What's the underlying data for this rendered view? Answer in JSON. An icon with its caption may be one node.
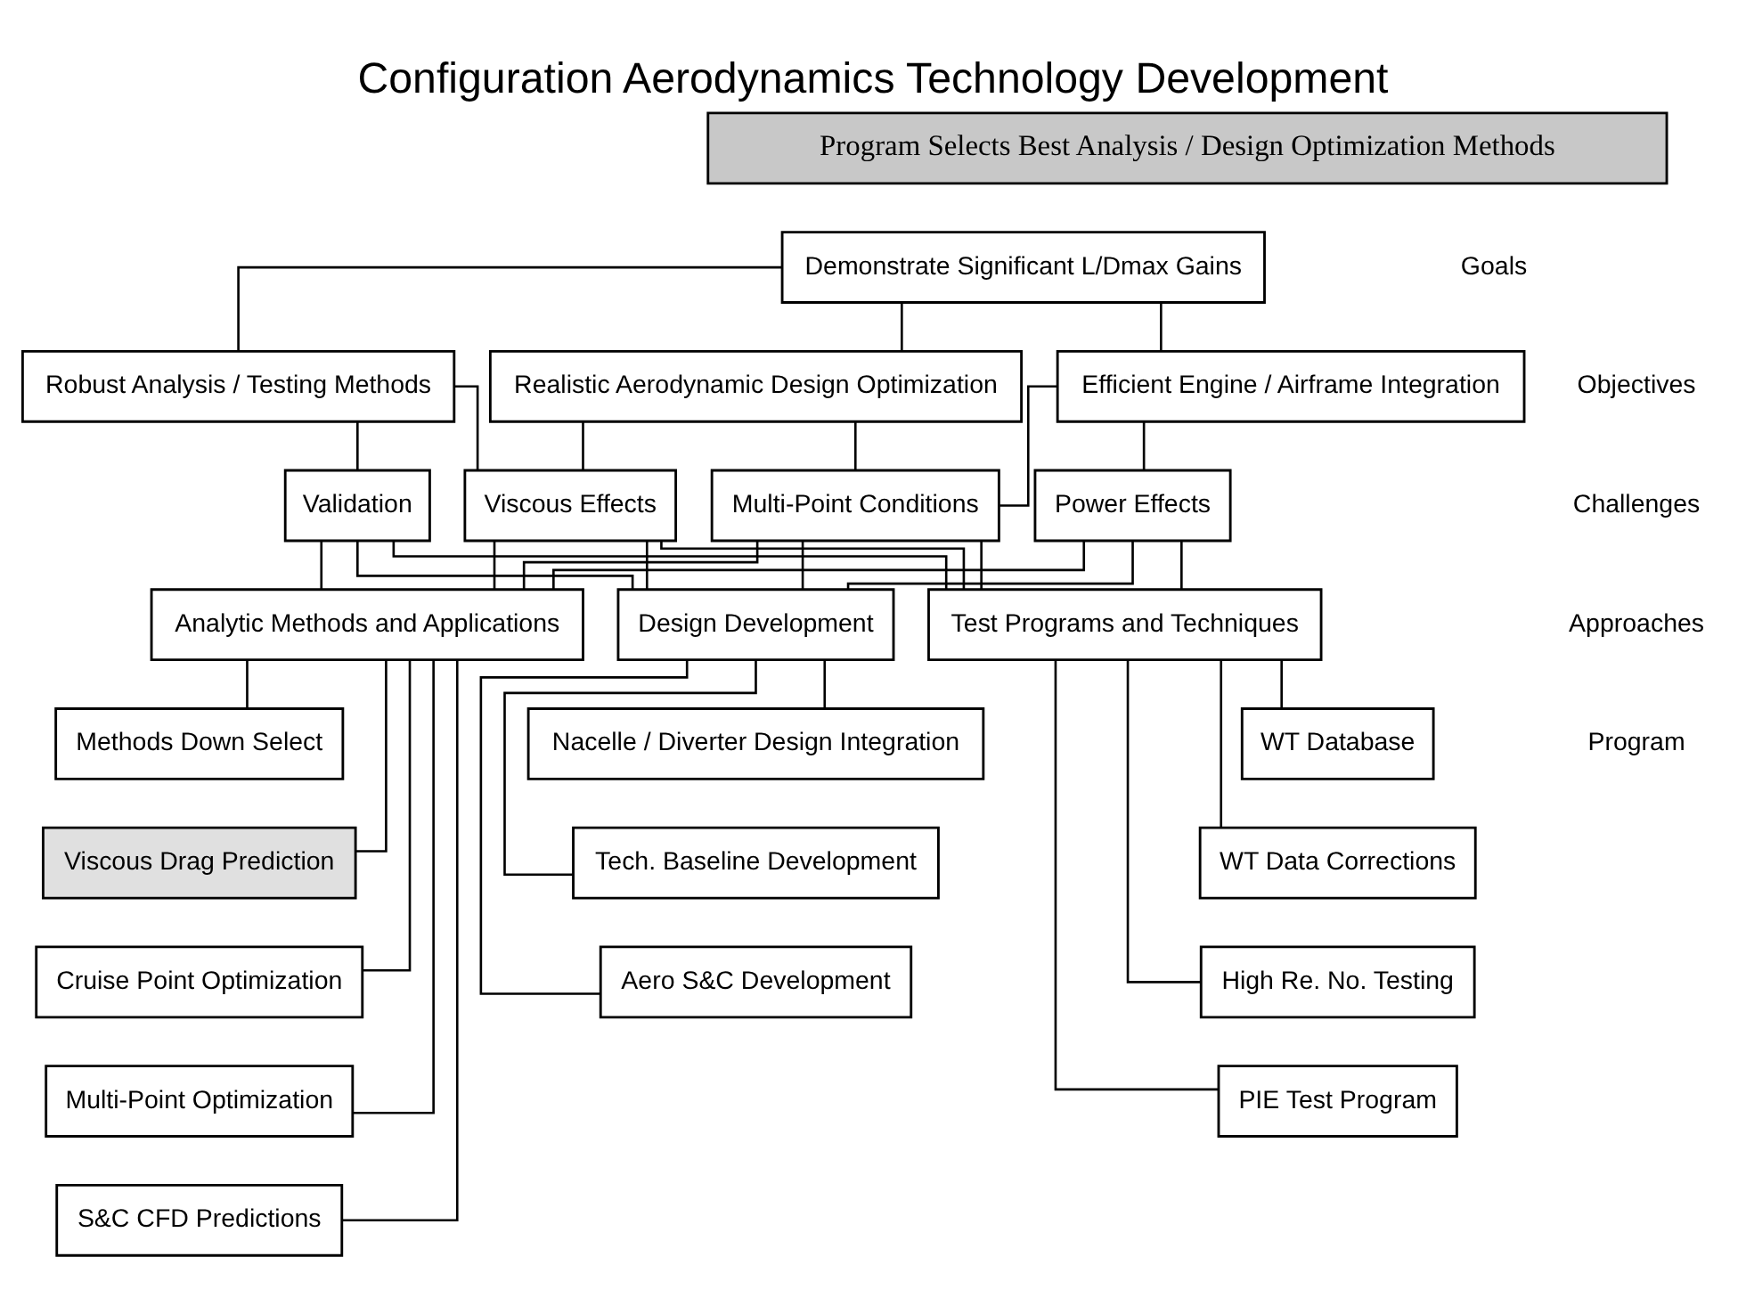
{
  "diagram": {
    "title": "Configuration Aerodynamics Technology Development",
    "nodes": [
      {
        "text": [
          "Program Selects Best Analysis / Design Optimization Methods"
        ]
      },
      {
        "text": [
          "Demonstrate Significant L/Dmax Gains"
        ]
      },
      {
        "text": [
          "Robust Analysis / Testing Methods"
        ]
      },
      {
        "text": [
          "Realistic Aerodynamic Design Optimization"
        ]
      },
      {
        "text": [
          "Efficient Engine / Airframe Integration"
        ]
      },
      {
        "text": [
          "Validation"
        ]
      },
      {
        "text": [
          "Viscous Effects"
        ]
      },
      {
        "text": [
          "Multi-Point Conditions"
        ]
      },
      {
        "text": [
          "Power Effects"
        ]
      },
      {
        "text": [
          "Analytic Methods and Applications"
        ]
      },
      {
        "text": [
          "Design Development"
        ]
      },
      {
        "text": [
          "Test Programs and Techniques"
        ]
      },
      {
        "text": [
          "Methods Down Select"
        ]
      },
      {
        "text": [
          "Viscous Drag Prediction"
        ]
      },
      {
        "text": [
          "Cruise Point Optimization"
        ]
      },
      {
        "text": [
          "Multi-Point Optimization"
        ]
      },
      {
        "text": [
          "S&C CFD Predictions"
        ]
      },
      {
        "text": [
          "Nacelle / Diverter Design Integration"
        ]
      },
      {
        "text": [
          "Tech. Baseline Development"
        ]
      },
      {
        "text": [
          "Aero S&C Development"
        ]
      },
      {
        "text": [
          "WT Database"
        ]
      },
      {
        "text": [
          "WT Data Corrections"
        ]
      },
      {
        "text": [
          "High Re. No. Testing"
        ]
      },
      {
        "text": [
          "PIE Test Program"
        ]
      }
    ],
    "edges": [
      {
        "from": 1,
        "to": 2,
        "arrow": "none"
      },
      {
        "from": 1,
        "to": 3,
        "arrow": "none"
      },
      {
        "from": 1,
        "to": 4,
        "arrow": "none"
      },
      {
        "from": 2,
        "to": 5,
        "arrow": "none"
      },
      {
        "from": 2,
        "to": 6,
        "arrow": "none"
      },
      {
        "from": 3,
        "to": 6,
        "arrow": "none"
      },
      {
        "from": 3,
        "to": 7,
        "arrow": "none"
      },
      {
        "from": 4,
        "to": 7,
        "arrow": "none"
      },
      {
        "from": 4,
        "to": 8,
        "arrow": "none"
      },
      {
        "from": 5,
        "to": 9,
        "arrow": "none"
      },
      {
        "from": 5,
        "to": 10,
        "arrow": "none"
      },
      {
        "from": 5,
        "to": 11,
        "arrow": "none"
      },
      {
        "from": 6,
        "to": 9,
        "arrow": "none"
      },
      {
        "from": 6,
        "to": 10,
        "arrow": "none"
      },
      {
        "from": 6,
        "to": 11,
        "arrow": "none"
      },
      {
        "from": 7,
        "to": 9,
        "arrow": "none"
      },
      {
        "from": 7,
        "to": 10,
        "arrow": "none"
      },
      {
        "from": 7,
        "to": 11,
        "arrow": "none"
      },
      {
        "from": 8,
        "to": 9,
        "arrow": "none"
      },
      {
        "from": 8,
        "to": 10,
        "arrow": "none"
      },
      {
        "from": 8,
        "to": 11,
        "arrow": "none"
      },
      {
        "from": 9,
        "to": 12,
        "arrow": "none"
      },
      {
        "from": 9,
        "to": 13,
        "arrow": "none"
      },
      {
        "from": 9,
        "to": 14,
        "arrow": "none"
      },
      {
        "from": 9,
        "to": 15,
        "arrow": "none"
      },
      {
        "from": 9,
        "to": 16,
        "arrow": "none"
      },
      {
        "from": 10,
        "to": 17,
        "arrow": "none"
      },
      {
        "from": 10,
        "to": 18,
        "arrow": "none"
      },
      {
        "from": 10,
        "to": 19,
        "arrow": "none"
      },
      {
        "from": 11,
        "to": 20,
        "arrow": "none"
      },
      {
        "from": 11,
        "to": 21,
        "arrow": "none"
      },
      {
        "from": 11,
        "to": 22,
        "arrow": "none"
      },
      {
        "from": 11,
        "to": 23,
        "arrow": "none"
      }
    ],
    "labels": [
      "Goals",
      "Objectives",
      "Challenges",
      "Approaches",
      "Program"
    ]
  }
}
